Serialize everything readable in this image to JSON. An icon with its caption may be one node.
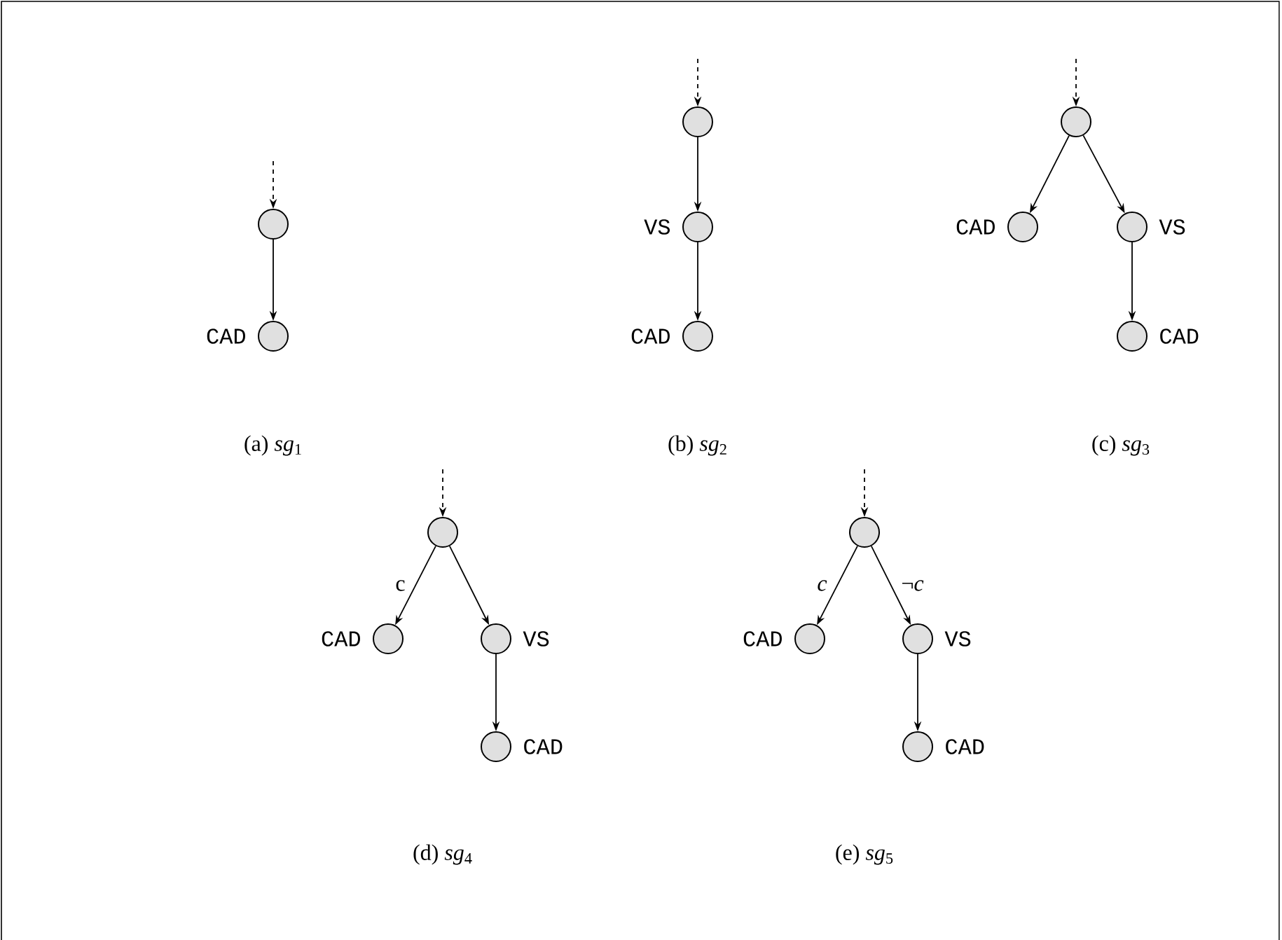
{
  "diagram": {
    "nodes": [
      {
        "text": [],
        "shape": "circle"
      },
      {
        "text": [],
        "shape": "circle",
        "beside": [
          "CAD"
        ]
      },
      {
        "text": [],
        "shape": "circle"
      },
      {
        "text": [],
        "shape": "circle",
        "beside": [
          "VS"
        ]
      },
      {
        "text": [],
        "shape": "circle",
        "beside": [
          "CAD"
        ]
      },
      {
        "text": [],
        "shape": "circle"
      },
      {
        "text": [],
        "shape": "circle",
        "beside": [
          "CAD"
        ]
      },
      {
        "text": [],
        "shape": "circle",
        "beside": [
          "VS"
        ]
      },
      {
        "text": [],
        "shape": "circle",
        "beside": [
          "CAD"
        ]
      },
      {
        "text": [],
        "shape": "circle"
      },
      {
        "text": [],
        "shape": "circle",
        "beside": [
          "CAD"
        ]
      },
      {
        "text": [],
        "shape": "circle",
        "beside": [
          "VS"
        ]
      },
      {
        "text": [],
        "shape": "circle",
        "beside": [
          "CAD"
        ]
      },
      {
        "text": [],
        "shape": "circle"
      },
      {
        "text": [],
        "shape": "circle",
        "beside": [
          "CAD"
        ]
      },
      {
        "text": [],
        "shape": "circle",
        "beside": [
          "VS"
        ]
      },
      {
        "text": [],
        "shape": "circle",
        "beside": [
          "CAD"
        ]
      }
    ],
    "edges": [
      {
        "from": null,
        "to": 0,
        "arrow": "to",
        "style": "dashed"
      },
      {
        "from": 0,
        "to": 1,
        "arrow": "to"
      },
      {
        "from": null,
        "to": 2,
        "arrow": "to",
        "style": "dashed"
      },
      {
        "from": 2,
        "to": 3,
        "arrow": "to"
      },
      {
        "from": 3,
        "to": 4,
        "arrow": "to"
      },
      {
        "from": null,
        "to": 5,
        "arrow": "to",
        "style": "dashed"
      },
      {
        "from": 5,
        "to": 6,
        "arrow": "to"
      },
      {
        "from": 5,
        "to": 7,
        "arrow": "to"
      },
      {
        "from": 7,
        "to": 8,
        "arrow": "to"
      },
      {
        "from": null,
        "to": 9,
        "arrow": "to",
        "style": "dashed"
      },
      {
        "from": 9,
        "to": 10,
        "arrow": "to",
        "label": "c"
      },
      {
        "from": 9,
        "to": 11,
        "arrow": "to"
      },
      {
        "from": 11,
        "to": 12,
        "arrow": "to"
      },
      {
        "from": null,
        "to": 13,
        "arrow": "to",
        "style": "dashed"
      },
      {
        "from": 13,
        "to": 14,
        "arrow": "to",
        "label": "*c*"
      },
      {
        "from": 13,
        "to": 15,
        "arrow": "to",
        "label": "¬*c*"
      },
      {
        "from": 15,
        "to": 16,
        "arrow": "to"
      }
    ],
    "labels": [
      "(a) *sg*$_{1}$",
      "(b) *sg*$_{2}$",
      "(c) *sg*$_{3}$",
      "(d) *sg*$_{4}$",
      "(e) *sg*$_{5}$"
    ]
  }
}
